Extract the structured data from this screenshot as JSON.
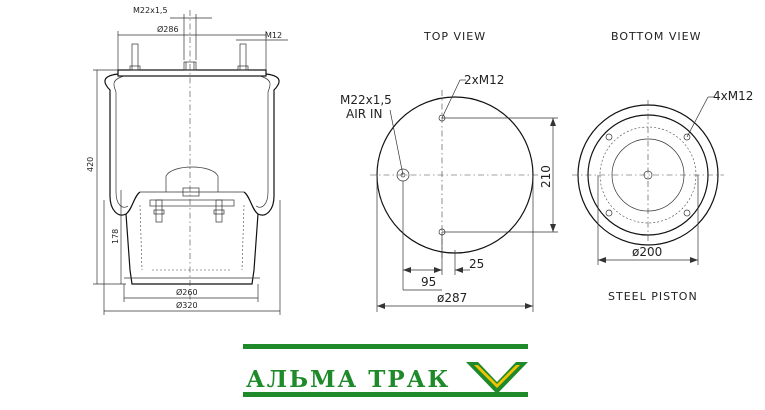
{
  "side_view": {
    "top_thread_label": "M22x1,5",
    "top_diameter_label": "Ø286",
    "bolt_thread_label": "M12",
    "height_label": "420",
    "piston_height_label": "178",
    "piston_diameter_label": "Ø260",
    "bellows_diameter_label": "Ø320"
  },
  "top_view": {
    "title": "TOP VIEW",
    "bolt_label": "2xM12",
    "air_inlet_thread": "M22x1,5",
    "air_inlet_label": "AIR IN",
    "bolt_spacing_label": "210",
    "offset_95_label": "95",
    "offset_25_label": "25",
    "diameter_label": "ø287"
  },
  "bottom_view": {
    "title": "BOTTOM VIEW",
    "bolt_label": "4xM12",
    "diameter_label": "ø200",
    "caption": "STEEL PISTON"
  },
  "brand": {
    "name": "АЛЬМА ТРАК",
    "color_green": "#1e8a2a",
    "color_yellow": "#f2c200"
  }
}
